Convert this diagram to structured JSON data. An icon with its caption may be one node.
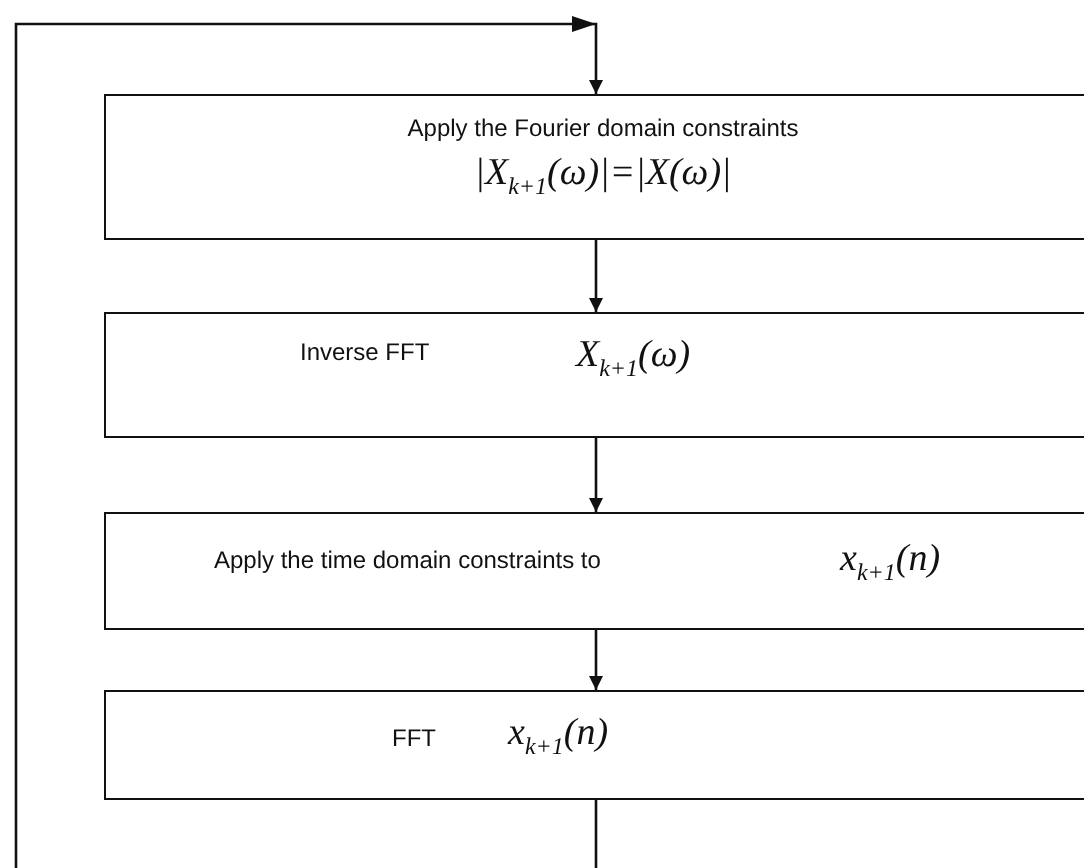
{
  "diagram": {
    "nodes": [
      {
        "text": [
          "Apply the Fourier domain constraints",
          "|X$_{k+1}$(ω)|=|X(ω)|"
        ]
      },
      {
        "text": [
          "Inverse FFT",
          "X$_{k+1}$(ω)"
        ]
      },
      {
        "text": [
          "Apply the time domain constraints to",
          "x$_{k+1}$(n)"
        ]
      },
      {
        "text": [
          "FFT",
          "x$_{k+1}$(n)"
        ]
      }
    ],
    "edges": [
      {
        "from": 0,
        "to": 1,
        "arrow": "to"
      },
      {
        "from": 1,
        "to": 2,
        "arrow": "to"
      },
      {
        "from": 2,
        "to": 3,
        "arrow": "to"
      },
      {
        "from": 3,
        "to": 0,
        "arrow": "to"
      }
    ]
  }
}
